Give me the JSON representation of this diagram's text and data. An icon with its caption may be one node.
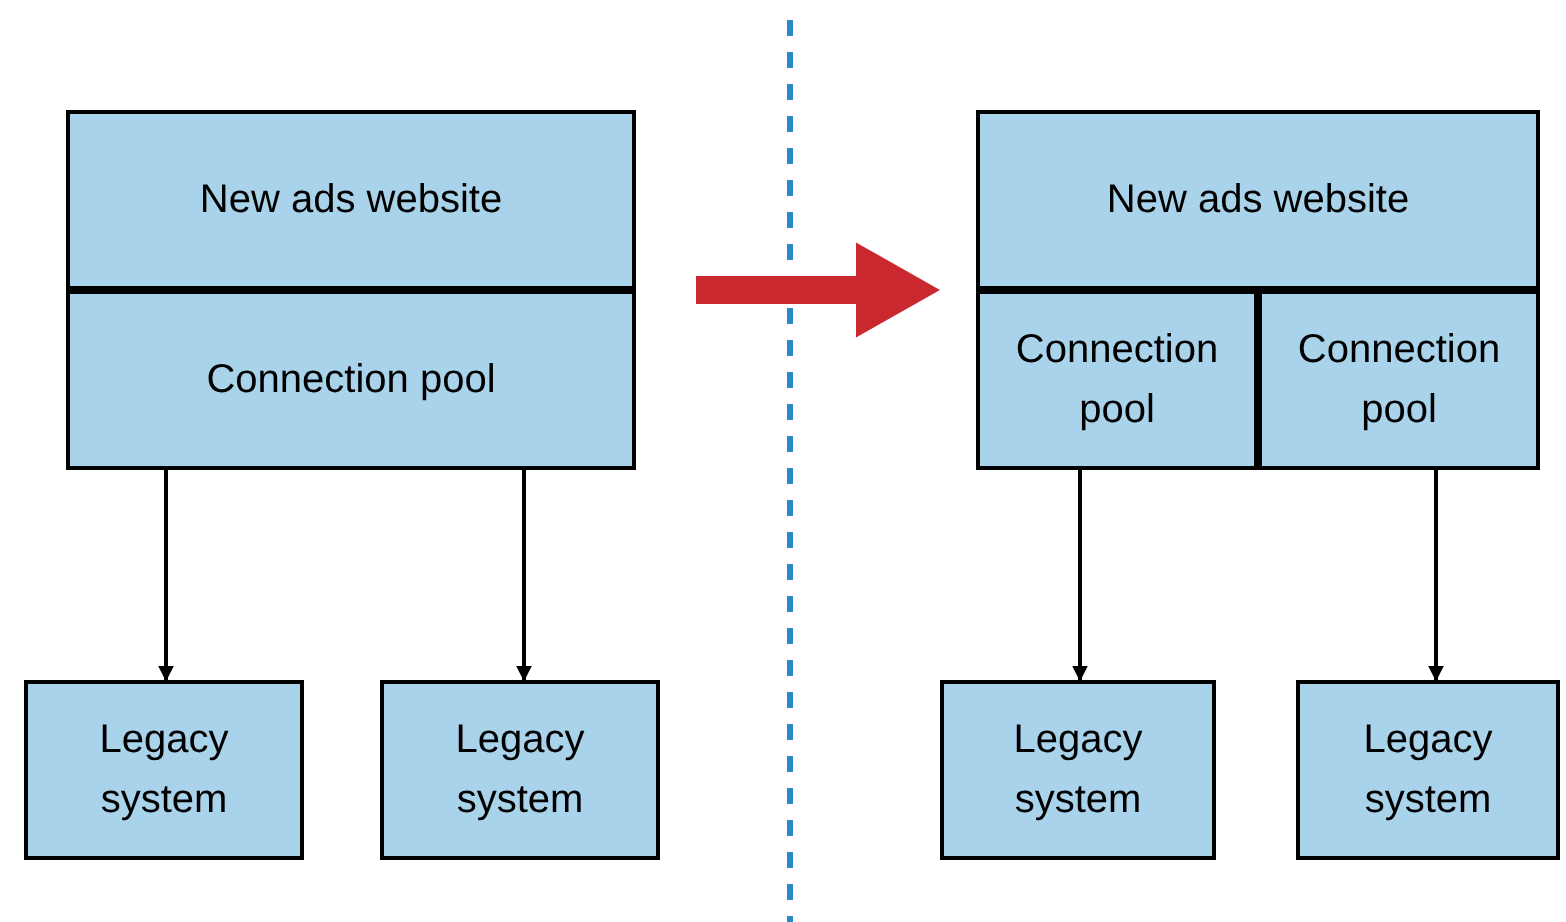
{
  "diagram": {
    "nodes": [
      {
        "text": [
          "New ads website"
        ]
      },
      {
        "text": [
          "Connection pool"
        ]
      },
      {
        "text": [
          "Legacy system"
        ]
      },
      {
        "text": [
          "Legacy system"
        ]
      },
      {
        "text": [
          "New ads website"
        ]
      },
      {
        "text": [
          "Connection pool"
        ]
      },
      {
        "text": [
          "Connection pool"
        ]
      },
      {
        "text": [
          "Legacy system"
        ]
      },
      {
        "text": [
          "Legacy system"
        ]
      }
    ],
    "edges": [
      {
        "from": 1,
        "to": 2,
        "arrow": "to"
      },
      {
        "from": 1,
        "to": 3,
        "arrow": "to"
      },
      {
        "from": 5,
        "to": 7,
        "arrow": "to"
      },
      {
        "from": 6,
        "to": 8,
        "arrow": "to"
      },
      {
        "from": 0,
        "to": 4,
        "arrow": "to",
        "style": "thick",
        "color": "#c8282e"
      }
    ]
  }
}
